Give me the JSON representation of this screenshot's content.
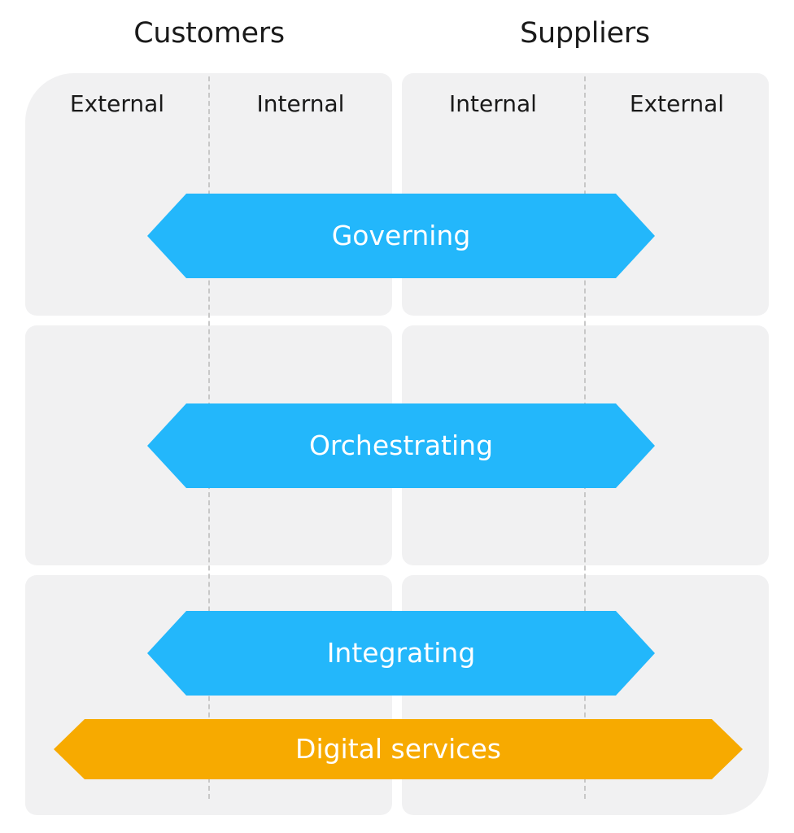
{
  "header": {
    "customers": "Customers",
    "suppliers": "Suppliers"
  },
  "sub_headers": {
    "customers_external": "External",
    "customers_internal": "Internal",
    "suppliers_internal": "Internal",
    "suppliers_external": "External"
  },
  "layers": [
    {
      "label": "Governing",
      "color": "#23b7fb"
    },
    {
      "label": "Orchestrating",
      "color": "#23b7fb"
    },
    {
      "label": "Integrating",
      "color": "#23b7fb"
    },
    {
      "label": "Digital services",
      "color": "#f7aa00"
    }
  ],
  "colors": {
    "panel": "#f1f1f2",
    "divider": "#c8c8c8",
    "text": "#1a1a1a"
  }
}
